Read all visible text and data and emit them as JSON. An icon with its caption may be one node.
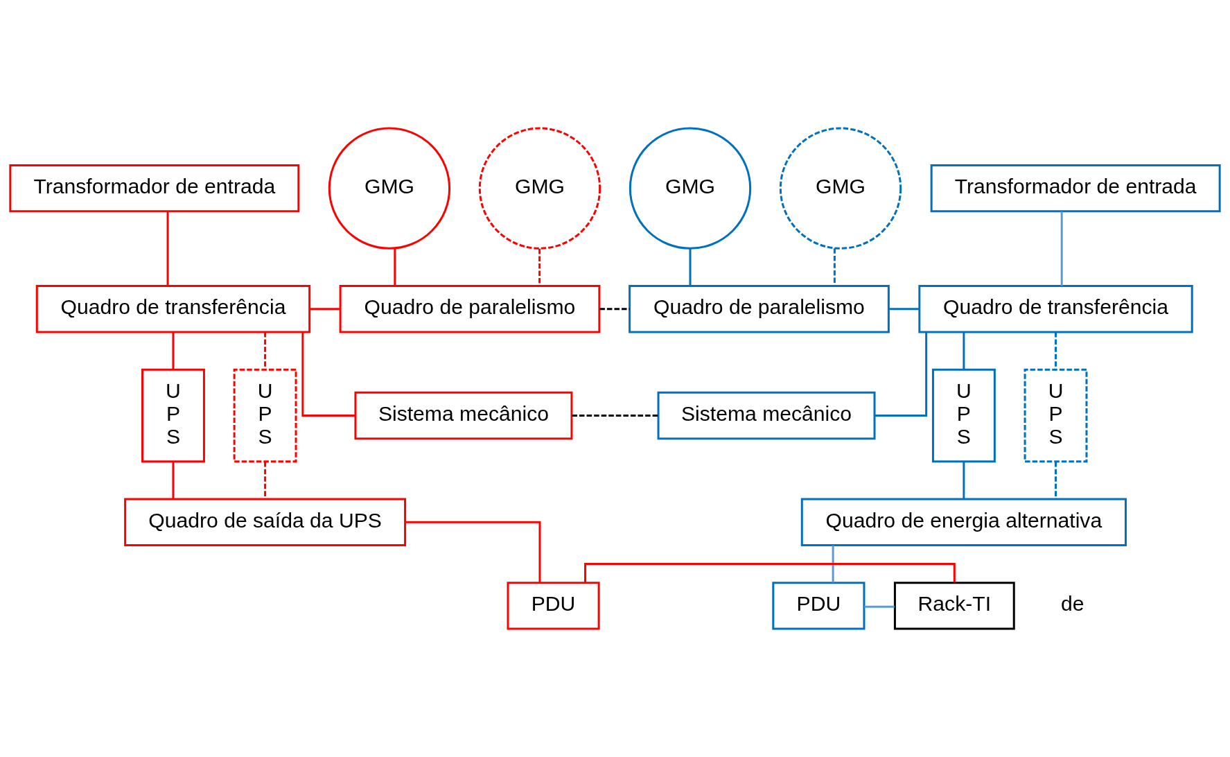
{
  "diagram": {
    "nodes": [
      {
        "text": [
          "Transformador de entrada"
        ]
      },
      {
        "text": [
          "GMG"
        ]
      },
      {
        "text": [
          "GMG"
        ]
      },
      {
        "text": [
          "GMG"
        ]
      },
      {
        "text": [
          "GMG"
        ]
      },
      {
        "text": [
          "Transformador de entrada"
        ]
      },
      {
        "text": [
          "Quadro de transferência"
        ]
      },
      {
        "text": [
          "Quadro de paralelismo"
        ]
      },
      {
        "text": [
          "Quadro de paralelismo"
        ]
      },
      {
        "text": [
          "Quadro de transferência"
        ]
      },
      {
        "text": [
          "U P S"
        ]
      },
      {
        "text": [
          "U P S"
        ]
      },
      {
        "text": [
          "Sistema mecânico"
        ]
      },
      {
        "text": [
          "Sistema mecânico"
        ]
      },
      {
        "text": [
          "U P S"
        ]
      },
      {
        "text": [
          "U P S"
        ]
      },
      {
        "text": [
          "Quadro de saída da UPS"
        ]
      },
      {
        "text": [
          "Quadro de energia alternativa"
        ]
      },
      {
        "text": [
          "PDU"
        ]
      },
      {
        "text": [
          "Rack-TI"
        ]
      },
      {
        "text": [
          "PDU"
        ]
      }
    ],
    "edges": [
      {
        "from": 0,
        "to": 6,
        "arrow": "none",
        "color": "#ff0000"
      },
      {
        "from": 1,
        "to": 7,
        "arrow": "none",
        "color": "#ff0000"
      },
      {
        "from": 2,
        "to": 7,
        "arrow": "none",
        "style": "dashed",
        "color": "#ff0000"
      },
      {
        "from": 6,
        "to": 7,
        "arrow": "none",
        "color": "#ff0000"
      },
      {
        "from": 7,
        "to": 8,
        "arrow": "none",
        "style": "dashed",
        "color": "#000000"
      },
      {
        "from": 3,
        "to": 8,
        "arrow": "none",
        "color": "#0070c0"
      },
      {
        "from": 4,
        "to": 8,
        "arrow": "none",
        "style": "dashed",
        "color": "#0070c0"
      },
      {
        "from": 5,
        "to": 9,
        "arrow": "none",
        "color": "#5b9bd5"
      },
      {
        "from": 8,
        "to": 9,
        "arrow": "none",
        "color": "#0070c0"
      },
      {
        "from": 6,
        "to": 10,
        "arrow": "none",
        "color": "#ff0000"
      },
      {
        "from": 6,
        "to": 11,
        "arrow": "none",
        "style": "dashed",
        "color": "#ff0000"
      },
      {
        "from": 6,
        "to": 12,
        "arrow": "none",
        "color": "#ff0000"
      },
      {
        "from": 12,
        "to": 13,
        "arrow": "none",
        "style": "dashed",
        "color": "#000000"
      },
      {
        "from": 9,
        "to": 13,
        "arrow": "none",
        "color": "#0070c0"
      },
      {
        "from": 9,
        "to": 14,
        "arrow": "none",
        "color": "#0070c0"
      },
      {
        "from": 9,
        "to": 15,
        "arrow": "none",
        "style": "dashed",
        "color": "#0070c0"
      },
      {
        "from": 10,
        "to": 16,
        "arrow": "none",
        "color": "#ff0000"
      },
      {
        "from": 11,
        "to": 16,
        "arrow": "none",
        "style": "dashed",
        "color": "#ff0000"
      },
      {
        "from": 14,
        "to": 17,
        "arrow": "none",
        "color": "#0070c0"
      },
      {
        "from": 15,
        "to": 17,
        "arrow": "none",
        "style": "dashed",
        "color": "#0070c0"
      },
      {
        "from": 16,
        "to": 18,
        "arrow": "none",
        "color": "#ff0000"
      },
      {
        "from": 17,
        "to": 20,
        "arrow": "none",
        "color": "#5b9bd5"
      },
      {
        "from": 18,
        "to": 19,
        "arrow": "none",
        "color": "#ff0000"
      },
      {
        "from": 20,
        "to": 19,
        "arrow": "none",
        "color": "#5b9bd5"
      }
    ],
    "labels": [
      "de"
    ]
  }
}
